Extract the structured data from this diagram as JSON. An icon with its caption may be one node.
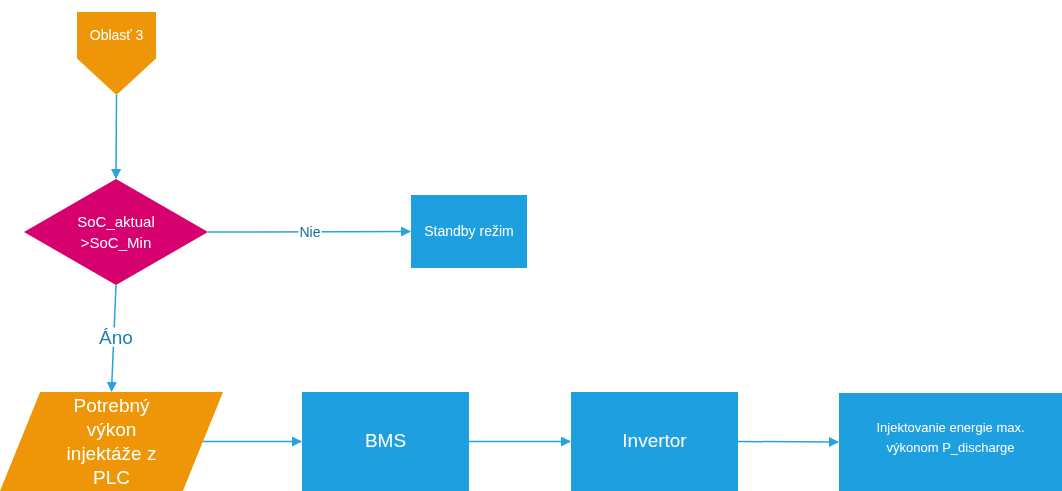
{
  "diagram": {
    "nodes": [
      {
        "text": [
          "Oblasť 3"
        ]
      },
      {
        "text": [
          "SoC_aktual >SoC_Min"
        ]
      },
      {
        "text": [
          "Standby režim"
        ]
      },
      {
        "text": [
          "Potrebný výkon injektáže z PLC"
        ]
      },
      {
        "text": [
          "BMS"
        ]
      },
      {
        "text": [
          "Invertor"
        ]
      },
      {
        "text": [
          "Injektovanie energie max. výkonom P_discharge"
        ]
      }
    ],
    "edges": [
      {
        "from": 0,
        "to": 1,
        "arrow": "to"
      },
      {
        "from": 1,
        "to": 2,
        "arrow": "to",
        "label": "Nie"
      },
      {
        "from": 1,
        "to": 3,
        "arrow": "to",
        "label": "Áno"
      },
      {
        "from": 3,
        "to": 4,
        "arrow": "to"
      },
      {
        "from": 4,
        "to": 5,
        "arrow": "to"
      },
      {
        "from": 5,
        "to": 6,
        "arrow": "to"
      }
    ]
  }
}
